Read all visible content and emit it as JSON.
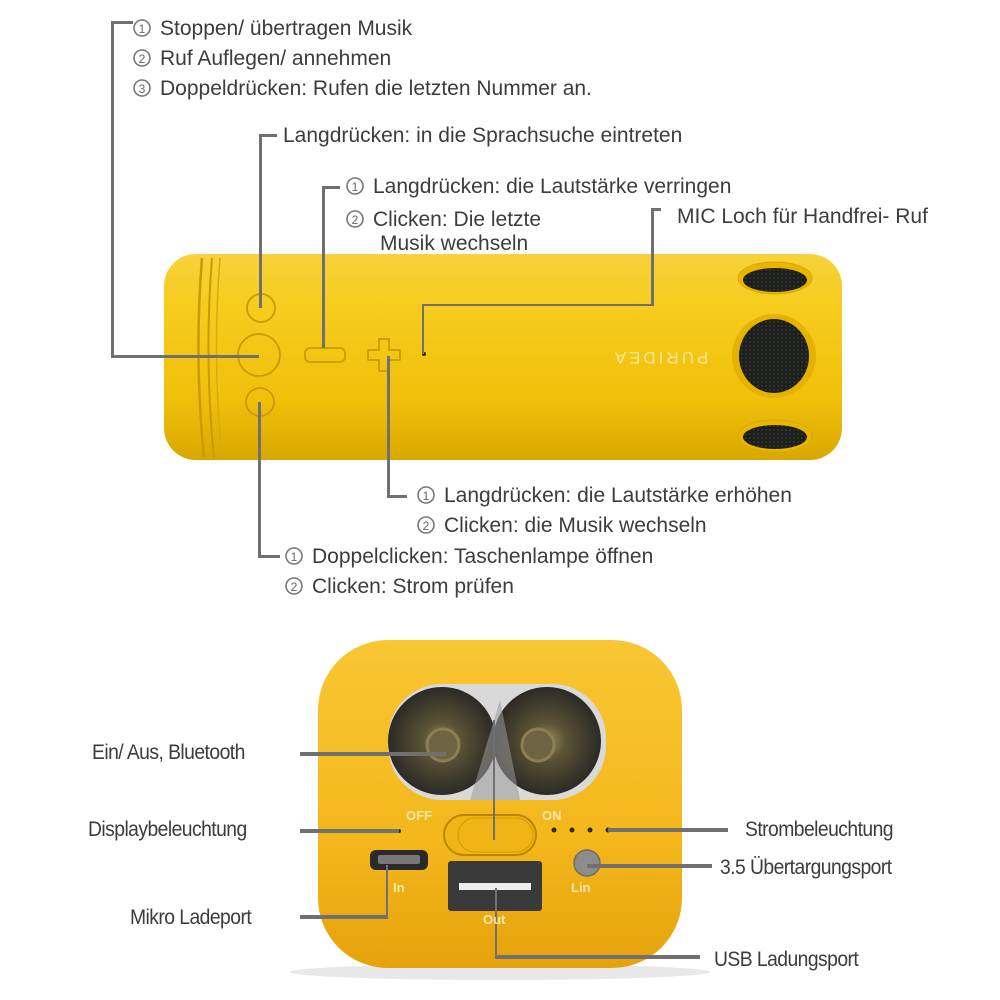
{
  "top_device": {
    "brand_text": "PURIDEA",
    "color": "#f2c20c",
    "callouts": {
      "multifunction_button": {
        "items": [
          {
            "num": "1",
            "text": "Stoppen/ übertragen Musik"
          },
          {
            "num": "2",
            "text": "Ruf Auflegen/ annehmen"
          },
          {
            "num": "3",
            "text": "Doppeldrücken: Rufen die letzten Nummer an."
          }
        ]
      },
      "voice_button": {
        "text": "Langdrücken: in die Sprachsuche eintreten"
      },
      "minus_button": {
        "items": [
          {
            "num": "1",
            "text": "Langdrücken: die Lautstärke verringen"
          },
          {
            "num": "2",
            "text": "Clicken: Die letzte",
            "text2": "Musik wechseln"
          }
        ]
      },
      "mic_hole": {
        "text": "MIC Loch für Handfrei- Ruf"
      },
      "plus_button": {
        "items": [
          {
            "num": "1",
            "text": "Langdrücken: die Lautstärke erhöhen"
          },
          {
            "num": "2",
            "text": "Clicken: die Musik wechseln"
          }
        ]
      },
      "light_button": {
        "items": [
          {
            "num": "1",
            "text": "Doppelclicken: Taschenlampe öffnen"
          },
          {
            "num": "2",
            "text": "Clicken: Strom prüfen"
          }
        ]
      }
    }
  },
  "bottom_device": {
    "color": "#f4b81c",
    "port_labels": {
      "off": "OFF",
      "on": "ON",
      "in": "In",
      "out": "Out",
      "lin": "Lin"
    },
    "callouts": {
      "power_switch": "Ein/ Aus, Bluetooth",
      "display_light": "Displaybeleuchtung",
      "micro_port": "Mikro Ladeport",
      "power_indicator": "Strombeleuchtung",
      "aux_port": "3.5 Übertargungsport",
      "usb_port": "USB Ladungsport"
    }
  }
}
